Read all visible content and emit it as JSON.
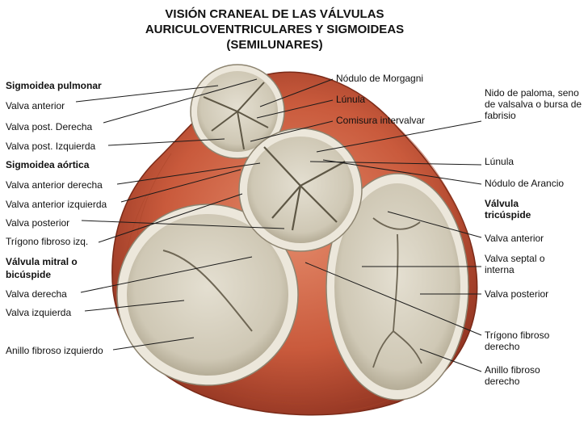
{
  "title": {
    "line1": "VISIÓN CRANEAL DE LAS VÁLVULAS",
    "line2": "AURICULOVENTRICULARES Y SIGMOIDEAS",
    "line3": "(SEMILUNARES)"
  },
  "colors": {
    "muscle": "#c95a3c",
    "muscle_dark": "#8e3220",
    "muscle_light": "#e07a5a",
    "valve": "#d9d3c2",
    "valve_shadow": "#a89f88",
    "ring": "#ece7db",
    "leader": "#1a1a1a"
  },
  "labels": {
    "left": {
      "sigmoidea_pulmonar": "Sigmoidea pulmonar",
      "valva_anterior": "Valva anterior",
      "valva_post_derecha": "Valva post. Derecha",
      "valva_post_izquierda": "Valva post. Izquierda",
      "sigmoidea_aortica": "Sigmoidea aórtica",
      "valva_anterior_derecha": "Valva anterior derecha",
      "valva_anterior_izquierda": "Valva anterior izquierda",
      "valva_posterior": "Valva posterior",
      "trigono_fibroso_izq": "Trígono fibroso izq.",
      "valvula_mitral_1": "Válvula mitral o",
      "valvula_mitral_2": "bicúspide",
      "valva_derecha": "Valva derecha",
      "valva_izquierda": "Valva izquierda",
      "anillo_fibroso_izquierdo": "Anillo fibroso izquierdo"
    },
    "middle": {
      "nodulo_morgagni": "Nódulo de Morgagni",
      "lunula": "Lúnula",
      "comisura_intervalvar": "Comisura intervalvar"
    },
    "right": {
      "nido_paloma": "Nido de paloma, seno de valsalva o bursa de fabrisio",
      "lunula": "Lúnula",
      "nodulo_arancio": "Nódulo de Arancio",
      "valvula_tricuspide": "Válvula tricúspide",
      "valva_anterior": "Valva anterior",
      "valva_septal": "Valva septal o interna",
      "valva_posterior": "Valva posterior",
      "trigono_fibroso_derecho": "Trígono fibroso derecho",
      "anillo_fibroso_derecho": "Anillo fibroso derecho"
    }
  }
}
